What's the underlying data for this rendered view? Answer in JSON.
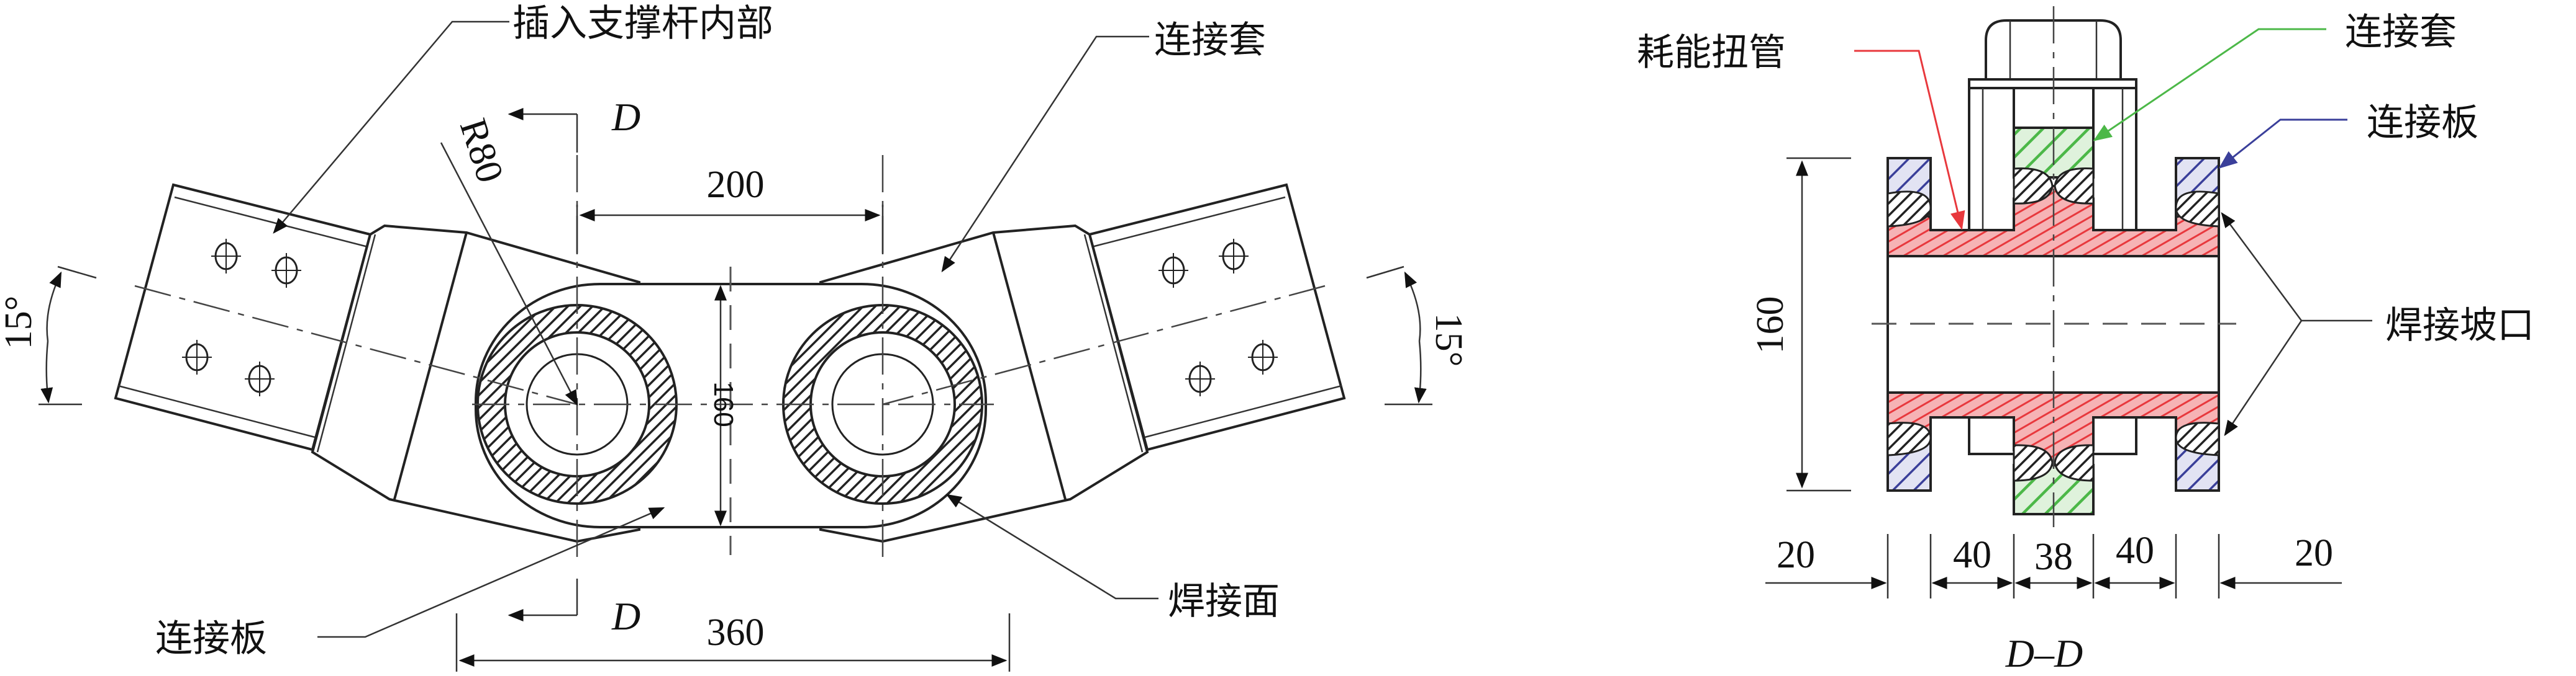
{
  "front_view": {
    "labels": {
      "insert_brace": "插入支撑杆内部",
      "connection_sleeve": "连接套",
      "connection_plate": "连接板",
      "weld_face": "焊接面"
    },
    "dimensions": {
      "radius": "R80",
      "center_distance": "200",
      "overall_length": "360",
      "height": "160",
      "angle_left": "15°",
      "angle_right": "15°"
    },
    "section_mark": "D"
  },
  "section_view": {
    "title": "D–D",
    "labels": {
      "energy_tube": "耗能扭管",
      "connection_sleeve": "连接套",
      "connection_plate": "连接板",
      "weld_groove": "焊接坡口"
    },
    "dimensions": {
      "height": "160",
      "widths": [
        "20",
        "40",
        "38",
        "40",
        "20"
      ]
    },
    "colors": {
      "energy_tube": "#e8383d",
      "connection_sleeve": "#4cb848",
      "connection_plate": "#3a3f9a",
      "weld": "#222222"
    }
  }
}
